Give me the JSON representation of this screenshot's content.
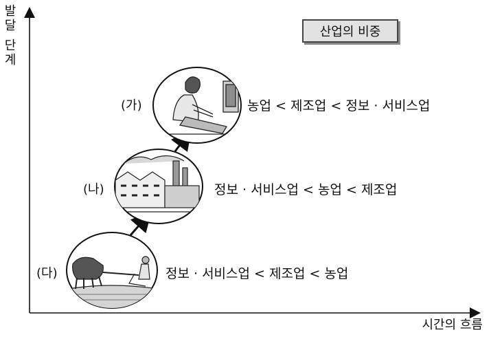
{
  "axes": {
    "y_label_line1": "발달",
    "y_label_line2": "단계",
    "x_label": "시간의 흐름"
  },
  "title": "산업의 비중",
  "stages": [
    {
      "label": "(가)",
      "ratio": "농업 < 제조업 < 정보 · 서비스업"
    },
    {
      "label": "(나)",
      "ratio": "정보 · 서비스업 < 농업 < 제조업"
    },
    {
      "label": "(다)",
      "ratio": "정보 · 서비스업 < 제조업 < 농업"
    }
  ]
}
